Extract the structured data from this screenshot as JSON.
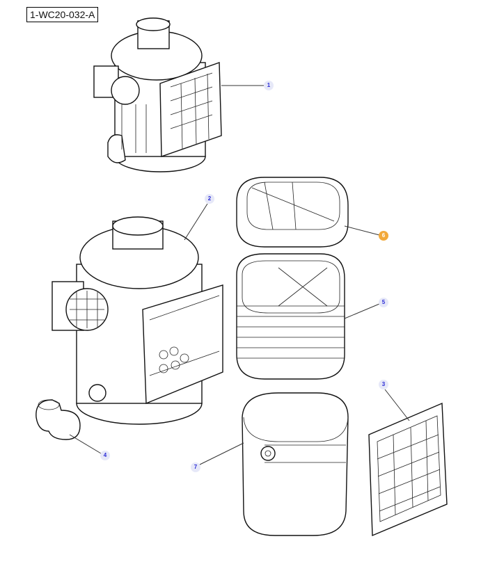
{
  "diagram": {
    "reference_code": "1-WC20-032-A",
    "highlight_color": "#f2a93b",
    "callout_color": "#e6e8f8",
    "callouts": [
      {
        "label": "1",
        "part": "air-cleaner-assembly",
        "highlighted": false
      },
      {
        "label": "2",
        "part": "air-cleaner-housing",
        "highlighted": false
      },
      {
        "label": "3",
        "part": "cover-grille",
        "highlighted": false
      },
      {
        "label": "4",
        "part": "elbow-outlet",
        "highlighted": false
      },
      {
        "label": "5",
        "part": "primary-filter-element",
        "highlighted": false
      },
      {
        "label": "6",
        "part": "pre-filter-panel",
        "highlighted": true
      },
      {
        "label": "7",
        "part": "filter-sleeve",
        "highlighted": false
      }
    ]
  }
}
